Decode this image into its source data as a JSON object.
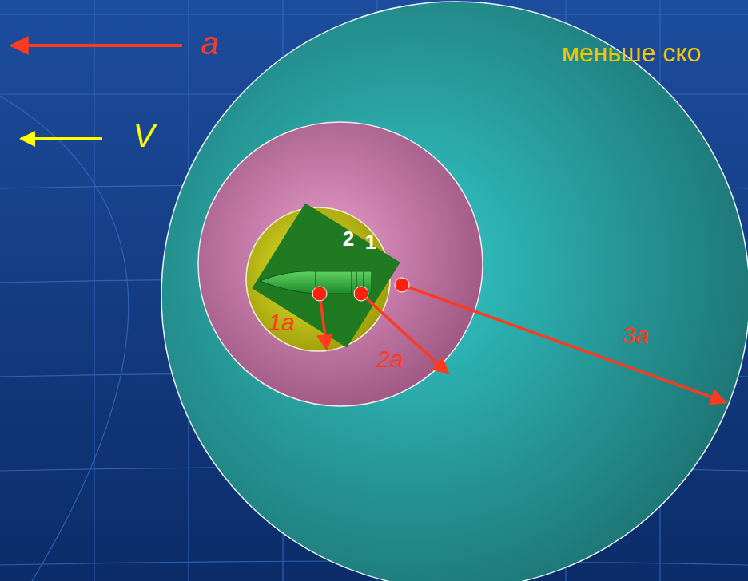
{
  "diagram": {
    "labels": [
      "a",
      "V",
      "меньше ско",
      "2",
      "1",
      "1a",
      "2a",
      "3a"
    ]
  }
}
